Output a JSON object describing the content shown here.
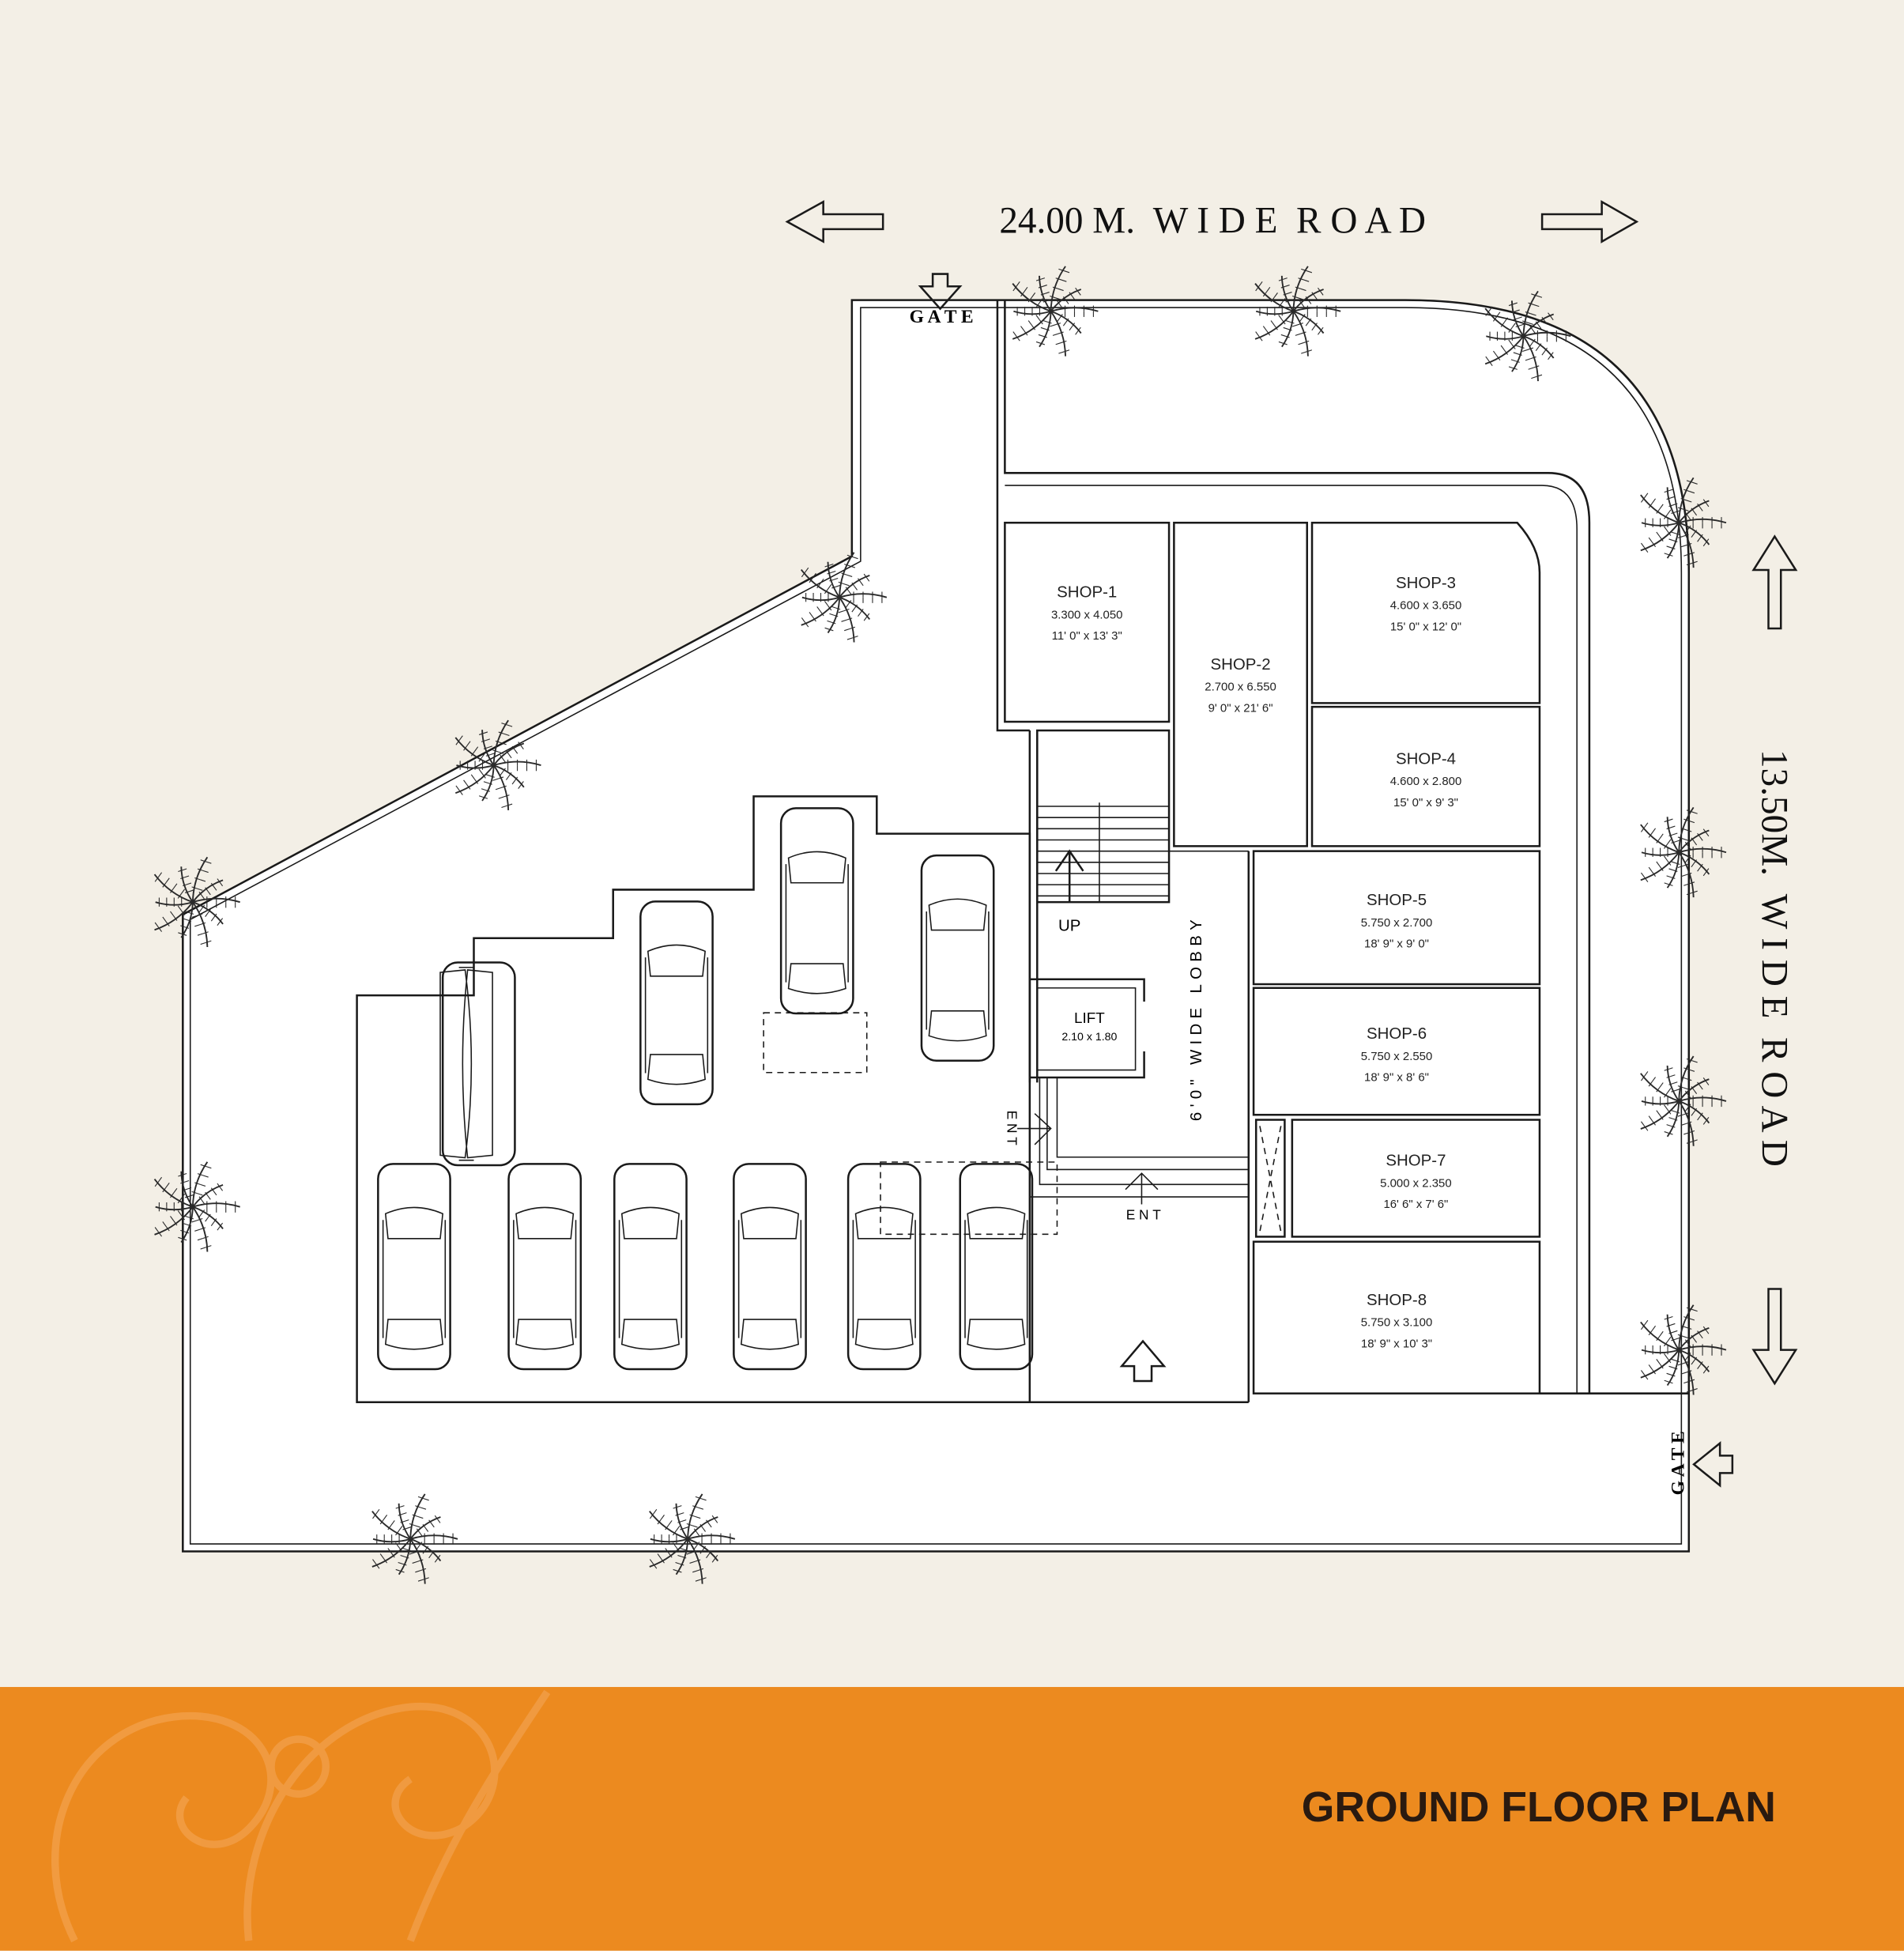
{
  "title": "GROUND FLOOR PLAN",
  "roads": {
    "top": "24.00 M.  W I D E  R O A D",
    "right": "13.50M.  W I D E  R O A D"
  },
  "gates": {
    "top": "G A T E",
    "right": "G A T E"
  },
  "shops": [
    {
      "name": "SHOP-1",
      "metric": "3.300 x 4.050",
      "imperial": "11' 0\" x 13' 3\""
    },
    {
      "name": "SHOP-2",
      "metric": "2.700 x 6.550",
      "imperial": "9' 0\" x 21' 6\""
    },
    {
      "name": "SHOP-3",
      "metric": "4.600 x 3.650",
      "imperial": "15' 0\" x 12' 0\""
    },
    {
      "name": "SHOP-4",
      "metric": "4.600 x 2.800",
      "imperial": "15' 0\" x 9' 3\""
    },
    {
      "name": "SHOP-5",
      "metric": "5.750 x 2.700",
      "imperial": "18' 9\" x 9' 0\""
    },
    {
      "name": "SHOP-6",
      "metric": "5.750 x 2.550",
      "imperial": "18' 9\" x 8' 6\""
    },
    {
      "name": "SHOP-7",
      "metric": "5.000 x 2.350",
      "imperial": "16' 6\" x 7' 6\""
    },
    {
      "name": "SHOP-8",
      "metric": "5.750 x 3.100",
      "imperial": "18' 9\" x 10' 3\""
    }
  ],
  "lift": {
    "label": "LIFT",
    "size": "2.10 x 1.80"
  },
  "stair": {
    "label": "UP"
  },
  "lobby": "6'0\" WIDE LOBBY",
  "entrances": {
    "side": "ENT",
    "bottom": "ENT"
  },
  "colors": {
    "background": "#f3efe6",
    "band": "#ec8a1f",
    "shop_pink": "#f7d9dd",
    "shop_lavender": "#e4e2f0",
    "title": "#2a1a10"
  }
}
